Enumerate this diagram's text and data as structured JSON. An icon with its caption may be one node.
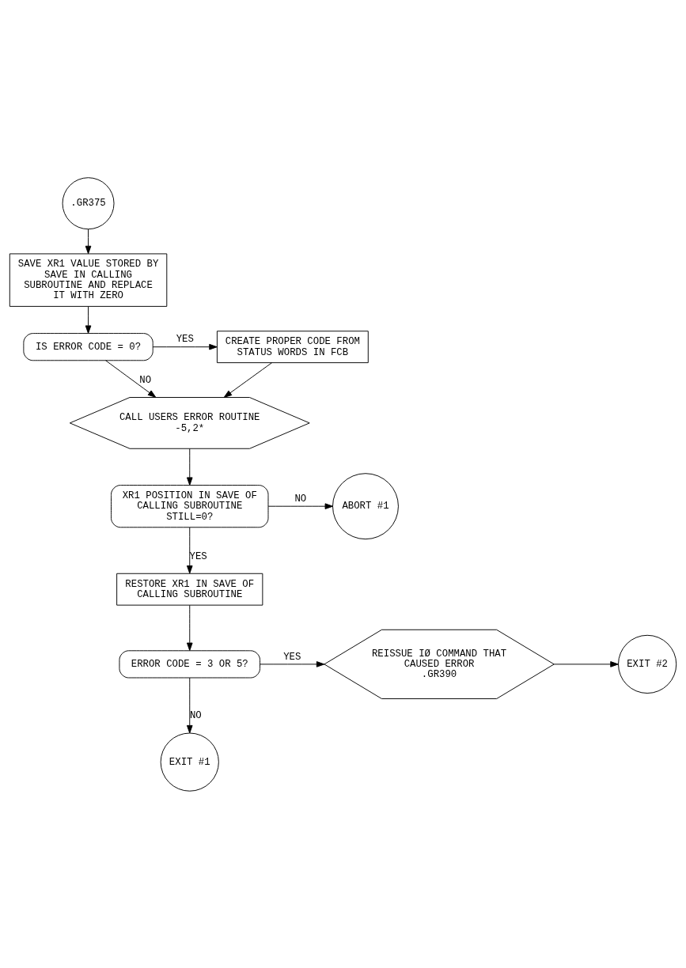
{
  "diagram": {
    "nodes": [
      {
        "text": [
          ".GR375"
        ]
      },
      {
        "text": [
          "SAVE XR1 VALUE STORED BY SAVE IN CALLING SUBROUTINE AND REPLACE IT WITH ZERO"
        ]
      },
      {
        "text": [
          "IS ERROR CODE = 0?"
        ]
      },
      {
        "text": [
          "CREATE PROPER CODE FROM STATUS WORDS IN FCB"
        ]
      },
      {
        "text": [
          "CALL USERS ERROR ROUTINE",
          "-5,2*"
        ]
      },
      {
        "text": [
          "XR1 POSITION IN SAVE OF CALLING SUBROUTINE STILL=0?"
        ]
      },
      {
        "text": [
          "ABORT #1"
        ]
      },
      {
        "text": [
          "RESTORE XR1 IN SAVE OF CALLING SUBROUTINE"
        ]
      },
      {
        "text": [
          "ERROR CODE = 3 OR 5?"
        ]
      },
      {
        "text": [
          "REISSUE IØ COMMAND THAT CAUSED ERROR",
          ".GR390"
        ]
      },
      {
        "text": [
          "EXIT #2"
        ]
      },
      {
        "text": [
          "EXIT #1"
        ]
      }
    ],
    "edges": [
      {
        "from": 0,
        "to": 1,
        "arrow": "to"
      },
      {
        "from": 1,
        "to": 2,
        "arrow": "to"
      },
      {
        "from": 2,
        "to": 3,
        "arrow": "to",
        "label": "YES"
      },
      {
        "from": 2,
        "to": 4,
        "arrow": "to",
        "label": "NO"
      },
      {
        "from": 3,
        "to": 4,
        "arrow": "to"
      },
      {
        "from": 4,
        "to": 5,
        "arrow": "to"
      },
      {
        "from": 5,
        "to": 6,
        "arrow": "to",
        "label": "NO"
      },
      {
        "from": 5,
        "to": 7,
        "arrow": "to",
        "label": "YES"
      },
      {
        "from": 7,
        "to": 8,
        "arrow": "to"
      },
      {
        "from": 8,
        "to": 9,
        "arrow": "to",
        "label": "YES"
      },
      {
        "from": 9,
        "to": 10,
        "arrow": "to"
      },
      {
        "from": 8,
        "to": 11,
        "arrow": "to",
        "label": "NO"
      }
    ]
  }
}
